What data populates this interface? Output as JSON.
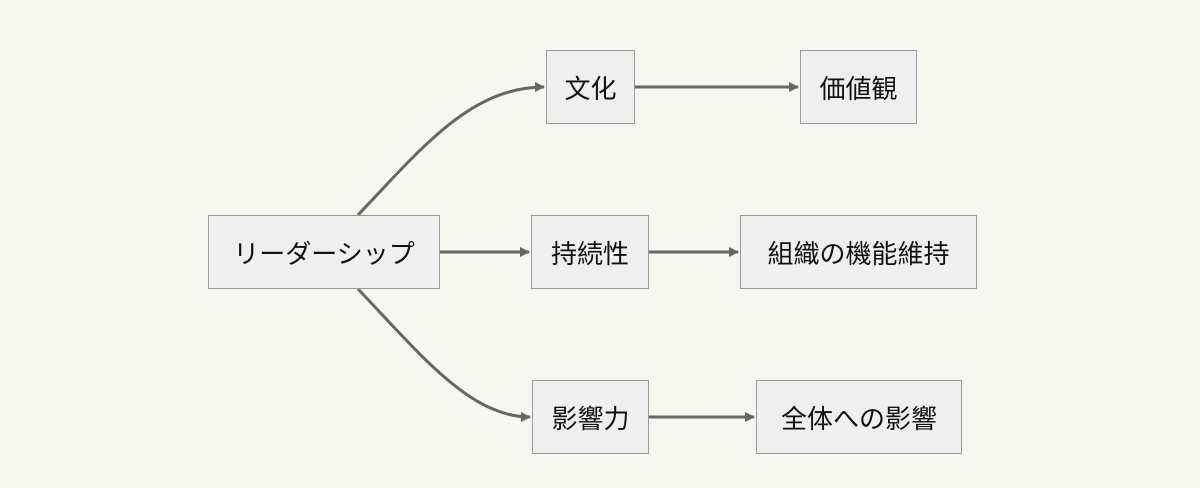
{
  "nodes": {
    "root": "リーダーシップ",
    "culture": "文化",
    "values": "価値観",
    "sustainability": "持続性",
    "org_function": "組織の機能維持",
    "influence": "影響力",
    "whole_impact": "全体への影響"
  },
  "colors": {
    "background": "#f7f7f2",
    "node_fill": "#efefef",
    "node_border": "#9a9a9a",
    "edge": "#666666",
    "text": "#111111"
  },
  "edges": [
    {
      "from": "root",
      "to": "culture"
    },
    {
      "from": "culture",
      "to": "values"
    },
    {
      "from": "root",
      "to": "sustainability"
    },
    {
      "from": "sustainability",
      "to": "org_function"
    },
    {
      "from": "root",
      "to": "influence"
    },
    {
      "from": "influence",
      "to": "whole_impact"
    }
  ]
}
